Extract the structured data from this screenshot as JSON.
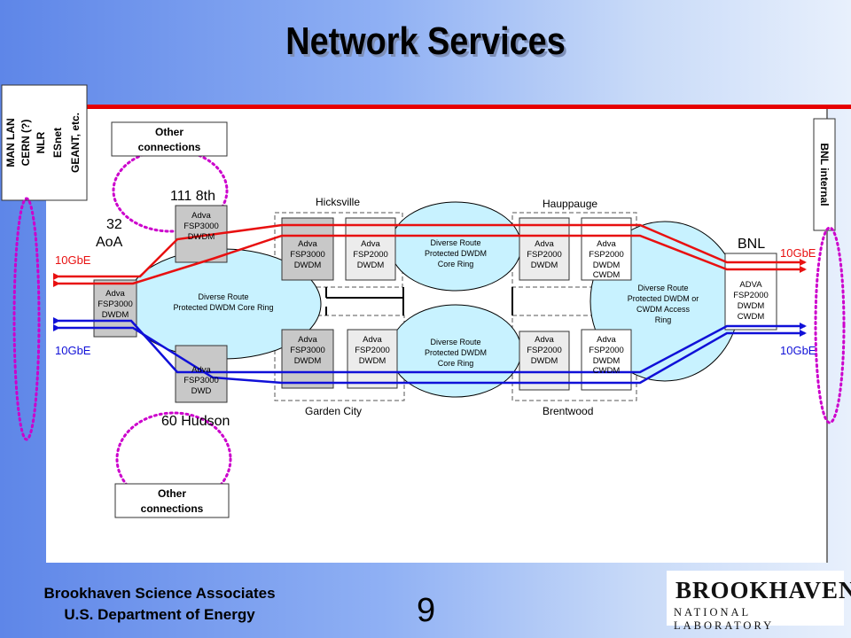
{
  "title": "Network Services",
  "footer": {
    "org": "Brookhaven Science Associates",
    "dept": "U.S. Department of Energy",
    "page": "9",
    "logo_top": "BROOKHAVEN",
    "logo_bottom": "NATIONAL LABORATORY"
  },
  "colors": {
    "red": "#e81010",
    "blue": "#1010d8",
    "magenta": "#cc00cc",
    "accent": "#e60000"
  },
  "labels": {
    "man_lan": [
      "MAN LAN",
      "CERN (?)",
      "NLR",
      "ESnet",
      "GEANT, etc."
    ],
    "bnl_internal": "BNL internal",
    "other_top": [
      "Other",
      "connections"
    ],
    "other_bottom": [
      "Other",
      "connections"
    ],
    "site_111": "111 8th",
    "site_32": [
      "32",
      "AoA"
    ],
    "site_60": "60 Hudson",
    "hicksville": "Hicksville",
    "hauppauge": "Hauppauge",
    "garden_city": "Garden City",
    "brentwood": "Brentwood",
    "bnl": "BNL",
    "gbe_left_red": "10GbE",
    "gbe_left_blue": "10GbE",
    "gbe_right_red": "10GbE",
    "gbe_right_blue": "10GbE"
  },
  "rings": {
    "core_left": [
      "Diverse Route",
      "Protected DWDM Core Ring"
    ],
    "core_top": [
      "Diverse Route",
      "Protected DWDM",
      "Core Ring"
    ],
    "core_bottom": [
      "Diverse Route",
      "Protected DWDM",
      "Core Ring"
    ],
    "access": [
      "Diverse Route",
      "Protected DWDM or",
      "CWDM Access",
      "Ring"
    ]
  },
  "nodes": {
    "aoa": [
      "Adva",
      "FSP3000",
      "DWDM"
    ],
    "n111": [
      "Adva",
      "FSP3000",
      "DWDM"
    ],
    "hudson": [
      "Adva",
      "FSP3000",
      "DWD"
    ],
    "hicks_top_a": [
      "Adva",
      "FSP3000",
      "DWDM"
    ],
    "hicks_top_b": [
      "Adva",
      "FSP2000",
      "DWDM"
    ],
    "gc_a": [
      "Adva",
      "FSP3000",
      "DWDM"
    ],
    "gc_b": [
      "Adva",
      "FSP2000",
      "DWDM"
    ],
    "haup_a": [
      "Adva",
      "FSP2000",
      "DWDM"
    ],
    "haup_b": [
      "Adva",
      "FSP2000",
      "DWDM",
      "CWDM"
    ],
    "brent_a": [
      "Adva",
      "FSP2000",
      "DWDM"
    ],
    "brent_b": [
      "Adva",
      "FSP2000",
      "DWDM",
      "CWDM"
    ],
    "bnl": [
      "ADVA",
      "FSP2000",
      "DWDM",
      "CWDM"
    ]
  }
}
